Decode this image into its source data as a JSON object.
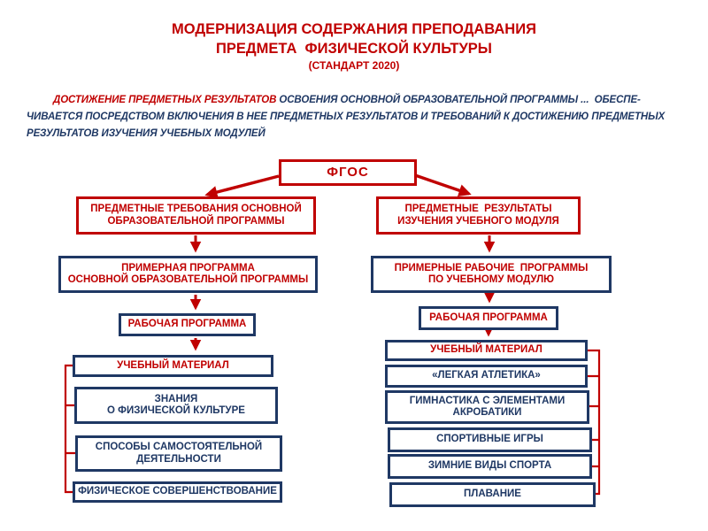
{
  "title": {
    "line1": "МОДЕРНИЗАЦИЯ СОДЕРЖАНИЯ ПРЕПОДАВАНИЯ",
    "line2": "ПРЕДМЕТА  ФИЗИЧЕСКОЙ КУЛЬТУРЫ",
    "line3": "(СТАНДАРТ 2020)"
  },
  "intro": {
    "line1_red": "ДОСТИЖЕНИЕ ПРЕДМЕТНЫХ РЕЗУЛЬТАТОВ",
    "line1_rest": " ОСВОЕНИЯ ОСНОВНОЙ ОБРАЗОВАТЕЛЬНОЙ ПРОГРАММЫ ...  ОБЕСПЕ-",
    "line2": "ЧИВАЕТСЯ ПОСРЕДСТВОМ ВКЛЮЧЕНИЯ В НЕЕ ПРЕДМЕТНЫХ РЕЗУЛЬТАТОВ И ТРЕБОВАНИЙ К ДОСТИЖЕНИЮ ПРЕДМЕТНЫХ",
    "line3": "РЕЗУЛЬТАТОВ ИЗУЧЕНИЯ УЧЕБНЫХ МОДУЛЕЙ"
  },
  "flow": {
    "root_label": "ФГОС",
    "left_branch_label": "ПРЕДМЕТНЫЕ ТРЕБОВАНИЯ ОСНОВНОЙ\nОБРАЗОВАТЕЛЬНОЙ ПРОГРАММЫ",
    "left_primary_label": "ПРИМЕРНАЯ ПРОГРАММА\nОСНОВНОЙ ОБРАЗОВАТЕЛЬНОЙ ПРОГРАММЫ",
    "left_work_label": "РАБОЧАЯ ПРОГРАММА",
    "left_material_label": "УЧЕБНЫЙ МАТЕРИАЛ",
    "left_items": [
      "ЗНАНИЯ\nО ФИЗИЧЕСКОЙ КУЛЬТУРЕ",
      "СПОСОБЫ САМОСТОЯТЕЛЬНОЙ\nДЕЯТЕЛЬНОСТИ",
      "ФИЗИЧЕСКОЕ СОВЕРШЕНСТВОВАНИЕ"
    ],
    "right_branch_label": "ПРЕДМЕТНЫЕ  РЕЗУЛЬТАТЫ\nИЗУЧЕНИЯ УЧЕБНОГО МОДУЛЯ",
    "right_primary_label": "ПРИМЕРНЫЕ РАБОЧИЕ  ПРОГРАММЫ\nПО УЧЕБНОМУ МОДУЛЮ",
    "right_work_label": "РАБОЧАЯ ПРОГРАММА",
    "right_material_label": "УЧЕБНЫЙ МАТЕРИАЛ",
    "right_items": [
      "«ЛЕГКАЯ АТЛЕТИКА»",
      "ГИМНАСТИКА С ЭЛЕМЕНТАМИ\nАКРОБАТИКИ",
      "СПОРТИВНЫЕ ИГРЫ",
      "ЗИМНИЕ ВИДЫ СПОРТА",
      "ПЛАВАНИЕ"
    ]
  },
  "colors": {
    "accent_red": "#c00000",
    "accent_navy": "#1f3864",
    "background": "#ffffff"
  }
}
